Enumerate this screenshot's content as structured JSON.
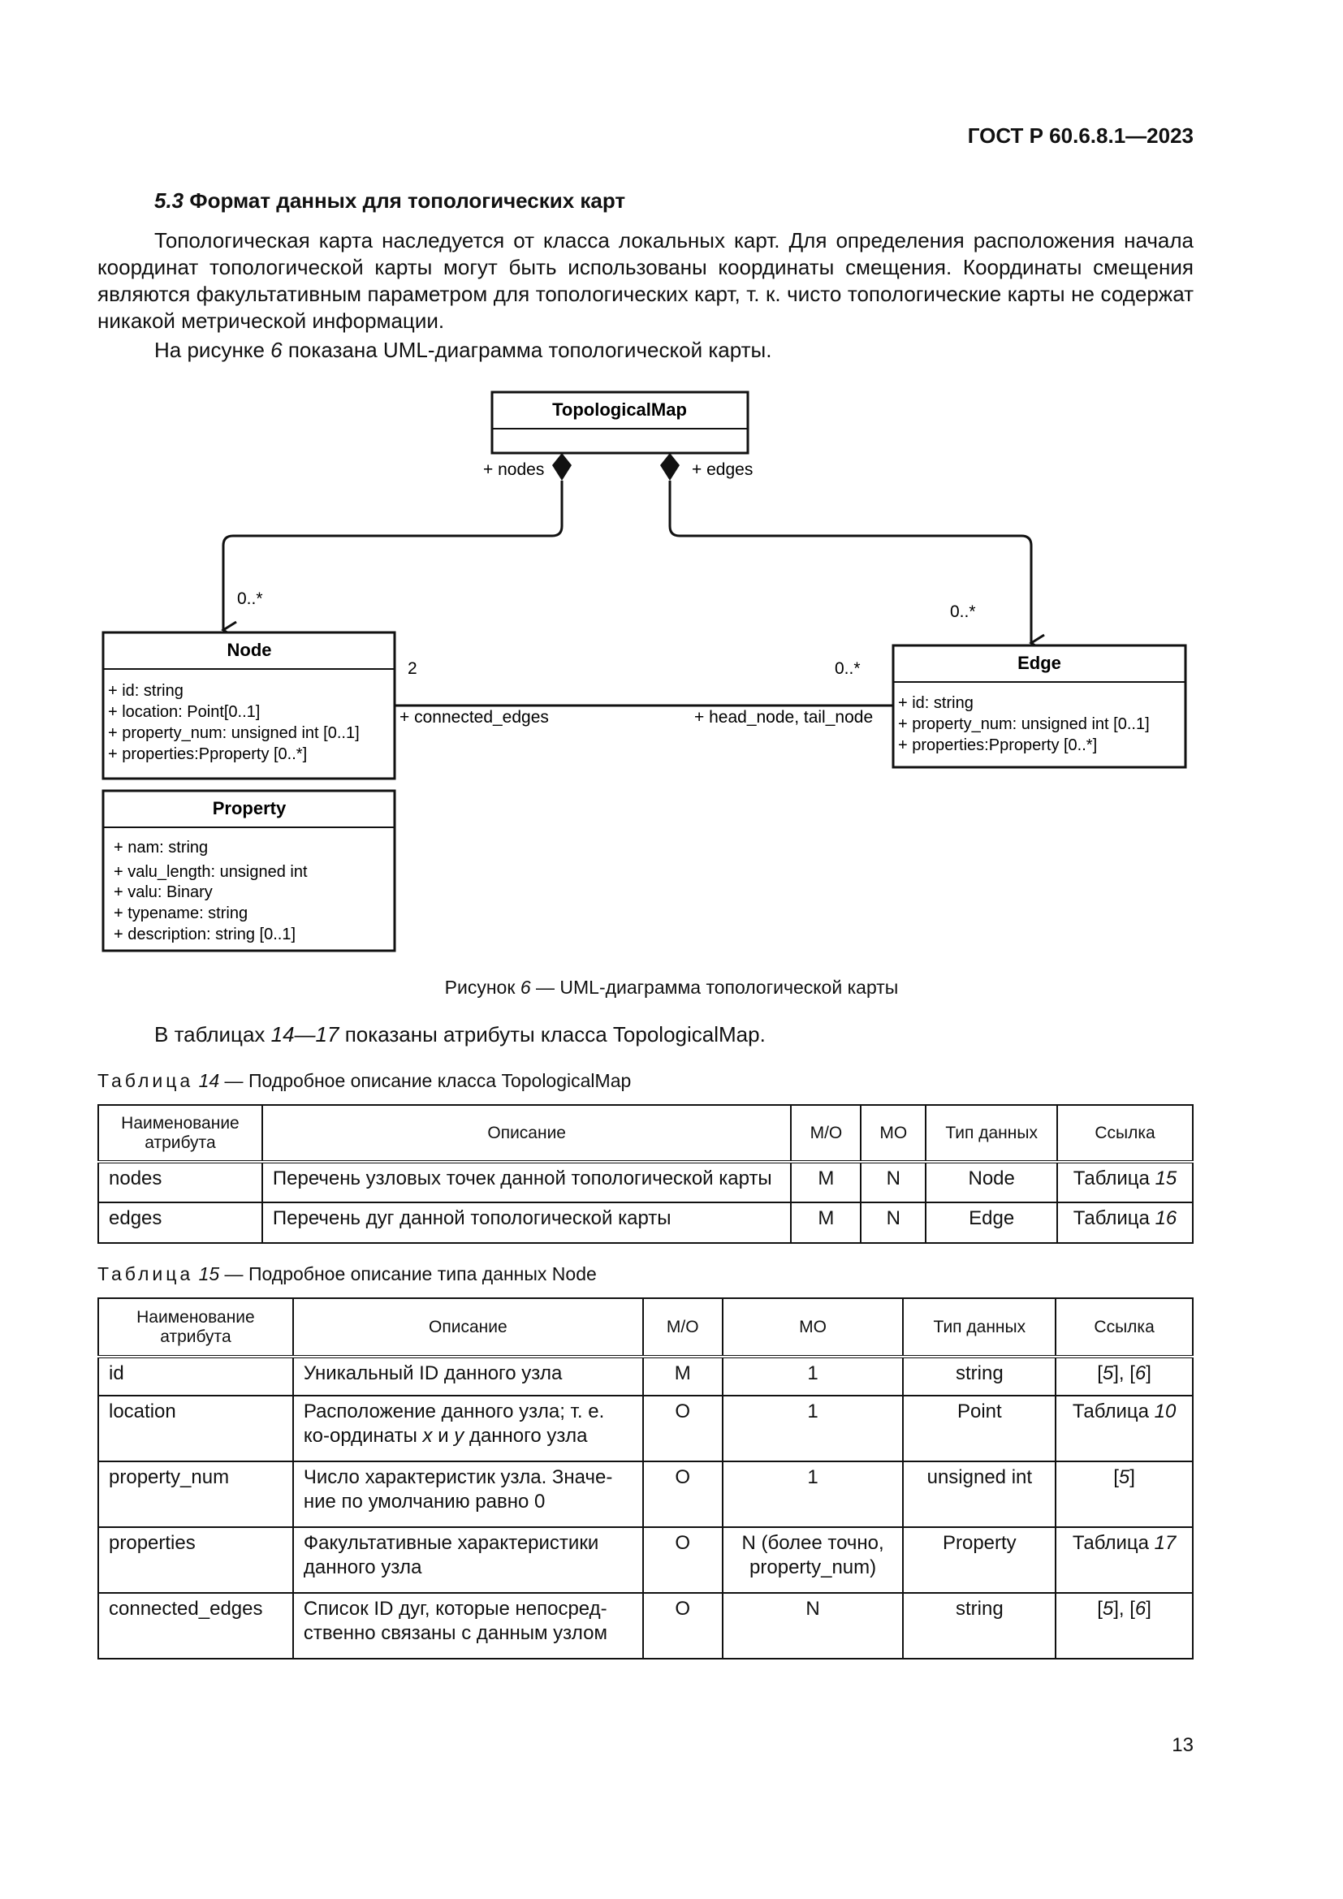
{
  "header": {
    "standard_code": "ГОСТ Р 60.6.8.1—2023"
  },
  "section": {
    "number": "5.3",
    "title": "Формат данных для топологических карт"
  },
  "paragraphs": {
    "p1": "Топологическая карта наследуется от класса локальных карт. Для определения расположения начала координат топологической карты могут быть использованы координаты смещения. Координаты смещения являются факультативным параметром для топологических карт, т. к. чисто топологические карты не содержат никакой метрической информации.",
    "p2_a": "На рисунке ",
    "p2_num": "6",
    "p2_b": " показана UML-диаграмма топологической карты.",
    "p3_a": "В таблицах ",
    "p3_num": "14—17",
    "p3_b": " показаны атрибуты класса TopologicalMap."
  },
  "diagram": {
    "classes": {
      "topological_map": {
        "name": "TopologicalMap",
        "attributes": []
      },
      "node": {
        "name": "Node",
        "attributes": [
          "+ id: string",
          "+ location: Point[0..1]",
          "+ property_num: unsigned int [0..1]",
          "+ properties:Pproperty [0..*]"
        ]
      },
      "edge": {
        "name": "Edge",
        "attributes": [
          "+ id: string",
          "+ property_num: unsigned int [0..1]",
          "+ properties:Pproperty [0..*]"
        ]
      },
      "property": {
        "name": "Property",
        "attributes": [
          "+ nam: string",
          "+ valu_length: unsigned int",
          "+ valu: Binary",
          "+ typename: string",
          "+ description: string [0..1]"
        ]
      }
    },
    "labels": {
      "nodes_role": "+ nodes",
      "edges_role": "+ edges",
      "nodes_mult": "0..*",
      "edges_mult": "0..*",
      "node_end_mult": "2",
      "edge_end_mult": "0..*",
      "connected_edges": "+ connected_edges",
      "head_tail": "+ head_node, tail_node"
    }
  },
  "figure_caption": {
    "prefix": "Рисунок ",
    "num": "6",
    "text": " — UML-диаграмма топологической карты"
  },
  "table14": {
    "caption_word": "Таблица",
    "caption_num": "14",
    "caption_text": " — Подробное описание класса TopologicalMap",
    "headers": [
      "Наименование атрибута",
      "Описание",
      "M/O",
      "MO",
      "Тип данных",
      "Ссылка"
    ],
    "rows": [
      {
        "name": "nodes",
        "desc": "Перечень узловых точек данной топологической карты",
        "mo": "M",
        "mult": "N",
        "type": "Node",
        "ref_a": "Таблица ",
        "ref_num": "15"
      },
      {
        "name": "edges",
        "desc": "Перечень дуг данной топологической карты",
        "mo": "M",
        "mult": "N",
        "type": "Edge",
        "ref_a": "Таблица ",
        "ref_num": "16"
      }
    ]
  },
  "table15": {
    "caption_word": "Таблица",
    "caption_num": "15",
    "caption_text": " — Подробное описание типа данных Node",
    "headers": [
      "Наименование атрибута",
      "Описание",
      "M/O",
      "MO",
      "Тип данных",
      "Ссылка"
    ],
    "rows": [
      {
        "name": "id",
        "desc": "Уникальный ID данного узла",
        "mo": "M",
        "mult": "1",
        "type": "string",
        "ref_a": "[",
        "ref_num": "5",
        "ref_b": "], [",
        "ref_num2": "6",
        "ref_c": "]"
      },
      {
        "name": "location",
        "desc_a": "Расположение данного узла; т. е. ко-ординаты ",
        "desc_x": "x",
        "desc_mid": " и ",
        "desc_y": "y",
        "desc_b": " данного узла",
        "mo": "O",
        "mult": "1",
        "type": "Point",
        "ref_a": "Таблица ",
        "ref_num": "10"
      },
      {
        "name": "property_num",
        "desc": "Число характеристик узла. Значе-ние по умолчанию равно 0",
        "mo": "O",
        "mult": "1",
        "type": "unsigned int",
        "ref_a": "[",
        "ref_num": "5",
        "ref_c": "]"
      },
      {
        "name": "properties",
        "desc": "Факультативные характеристики данного узла",
        "mo": "O",
        "mult": "N (более точно, property_num)",
        "type": "Property",
        "ref_a": "Таблица ",
        "ref_num": "17"
      },
      {
        "name": "connected_edges",
        "desc": "Список ID дуг, которые непосред-ственно связаны с данным узлом",
        "mo": "O",
        "mult": "N",
        "type": "string",
        "ref_a": "[",
        "ref_num": "5",
        "ref_b": "], [",
        "ref_num2": "6",
        "ref_c": "]"
      }
    ]
  },
  "page_number": "13"
}
